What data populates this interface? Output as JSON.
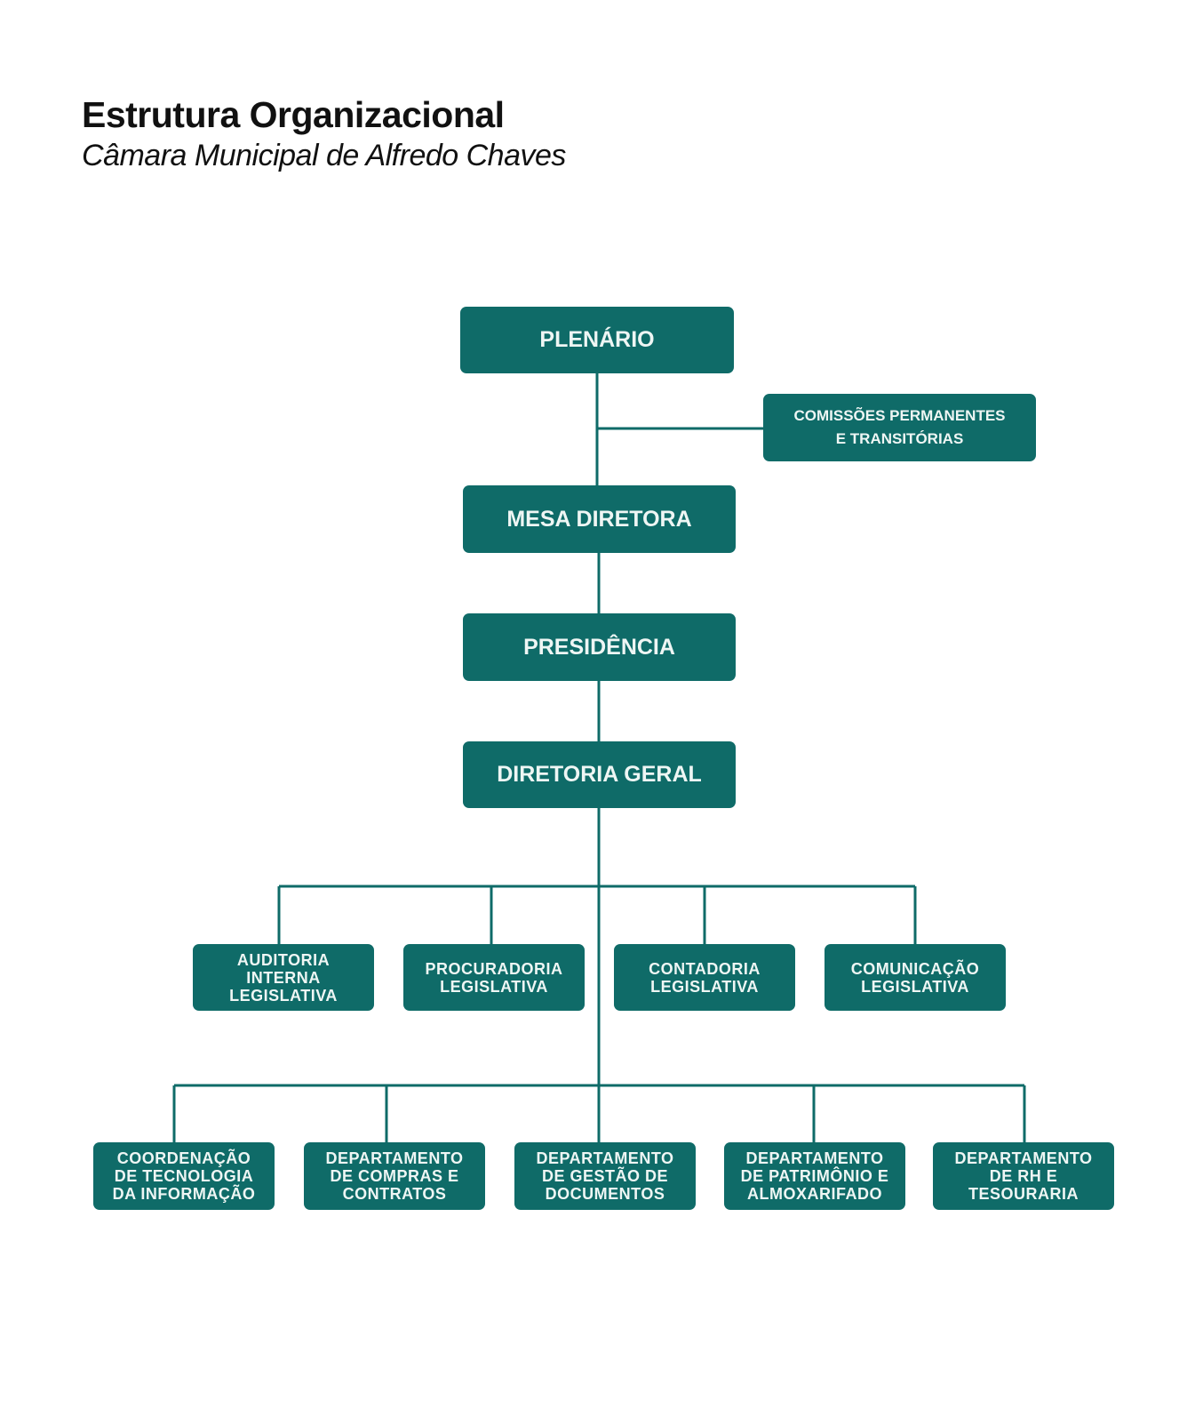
{
  "header": {
    "title": "Estrutura Organizacional",
    "subtitle": "Câmara Municipal de Alfredo Chaves"
  },
  "colors": {
    "box": "#0f6b68",
    "line": "#0f6b68",
    "text": "#eef6f4"
  },
  "nodes": {
    "plenario": "PLENÁRIO",
    "comissoes_l1": "COMISSÕES PERMANENTES",
    "comissoes_l2": "E TRANSITÓRIAS",
    "mesa": "MESA DIRETORA",
    "presidencia": "PRESIDÊNCIA",
    "diretoria": "DIRETORIA GERAL",
    "row1": [
      [
        "AUDITORIA",
        "INTERNA",
        "LEGISLATIVA"
      ],
      [
        "PROCURADORIA",
        "LEGISLATIVA"
      ],
      [
        "CONTADORIA",
        "LEGISLATIVA"
      ],
      [
        "COMUNICAÇÃO",
        "LEGISLATIVA"
      ]
    ],
    "row2": [
      [
        "COORDENAÇÃO",
        "DE TECNOLOGIA",
        "DA INFORMAÇÃO"
      ],
      [
        "DEPARTAMENTO",
        "DE COMPRAS E",
        "CONTRATOS"
      ],
      [
        "DEPARTAMENTO",
        "DE GESTÃO DE",
        "DOCUMENTOS"
      ],
      [
        "DEPARTAMENTO",
        "DE PATRIMÔNIO E",
        "ALMOXARIFADO"
      ],
      [
        "DEPARTAMENTO",
        "DE RH E",
        "TESOURARIA"
      ]
    ]
  }
}
